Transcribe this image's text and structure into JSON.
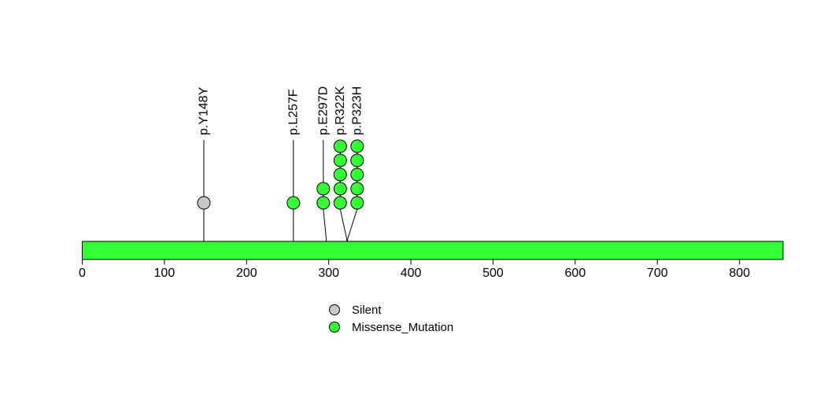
{
  "chart_data": {
    "type": "lollipop",
    "title": "",
    "xlabel": "",
    "ylabel": "",
    "xlim": [
      0,
      853
    ],
    "x_ticks": [
      0,
      100,
      200,
      300,
      400,
      500,
      600,
      700,
      800
    ],
    "grid": false,
    "background_color": "#ffffff",
    "protein_bar": {
      "start": 0,
      "end": 853,
      "color": "#33ff33",
      "border_color": "#000000"
    },
    "mutation_types": {
      "Silent": "#c8c8c8",
      "Missense_Mutation": "#33ff33"
    },
    "mutations": [
      {
        "label": "p.Y148Y",
        "position": 148,
        "count": 1,
        "type": "Silent"
      },
      {
        "label": "p.L257F",
        "position": 257,
        "count": 1,
        "type": "Missense_Mutation"
      },
      {
        "label": "p.E297D",
        "position": 297,
        "count": 2,
        "type": "Missense_Mutation"
      },
      {
        "label": "p.R322K",
        "position": 322,
        "count": 5,
        "type": "Missense_Mutation"
      },
      {
        "label": "p.P323H",
        "position": 323,
        "count": 5,
        "type": "Missense_Mutation"
      }
    ],
    "legend": {
      "position": "bottom-center",
      "items": [
        {
          "label": "Silent",
          "color": "#c8c8c8"
        },
        {
          "label": "Missense_Mutation",
          "color": "#33ff33"
        }
      ]
    }
  }
}
